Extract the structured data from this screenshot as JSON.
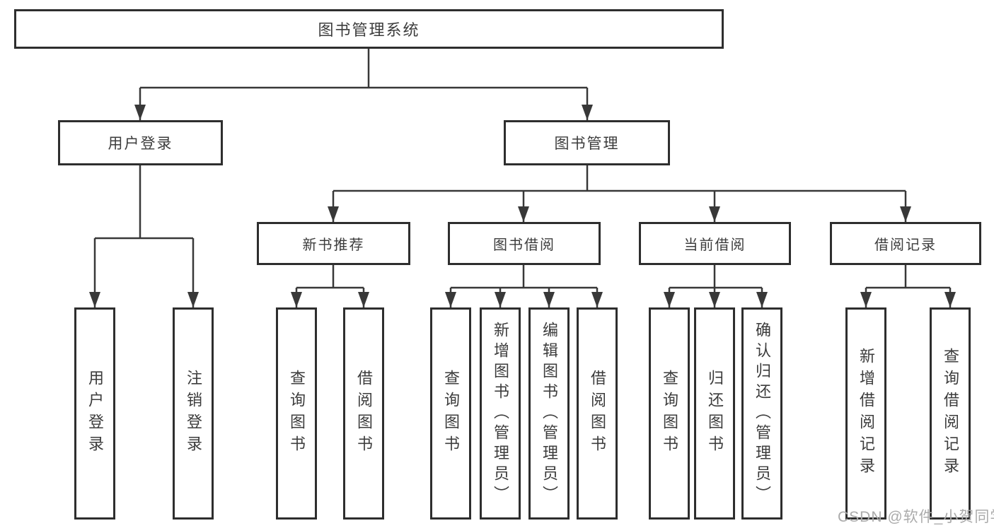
{
  "diagram": {
    "type": "hierarchy",
    "tree": {
      "label": "图书管理系统",
      "children": [
        {
          "label": "用户登录",
          "children": [
            {
              "label": "用户登录"
            },
            {
              "label": "注销登录"
            }
          ]
        },
        {
          "label": "图书管理",
          "children": [
            {
              "label": "新书推荐",
              "children": [
                {
                  "label": "查询图书"
                },
                {
                  "label": "借阅图书"
                }
              ]
            },
            {
              "label": "图书借阅",
              "children": [
                {
                  "label": "查询图书"
                },
                {
                  "label": "新增图书（管理员）"
                },
                {
                  "label": "编辑图书（管理员）"
                },
                {
                  "label": "借阅图书"
                }
              ]
            },
            {
              "label": "当前借阅",
              "children": [
                {
                  "label": "查询图书"
                },
                {
                  "label": "归还图书"
                },
                {
                  "label": "确认归还（管理员）"
                }
              ]
            },
            {
              "label": "借阅记录",
              "children": [
                {
                  "label": "新增借阅记录"
                },
                {
                  "label": "查询借阅记录"
                }
              ]
            }
          ]
        }
      ]
    }
  },
  "watermark": "CSDN @软件_小贺同学",
  "colors": {
    "line": "#383838",
    "box_border": "#2e2e2e",
    "text": "#3c3c3c",
    "watermark": "#ababab",
    "background": "#ffffff"
  }
}
